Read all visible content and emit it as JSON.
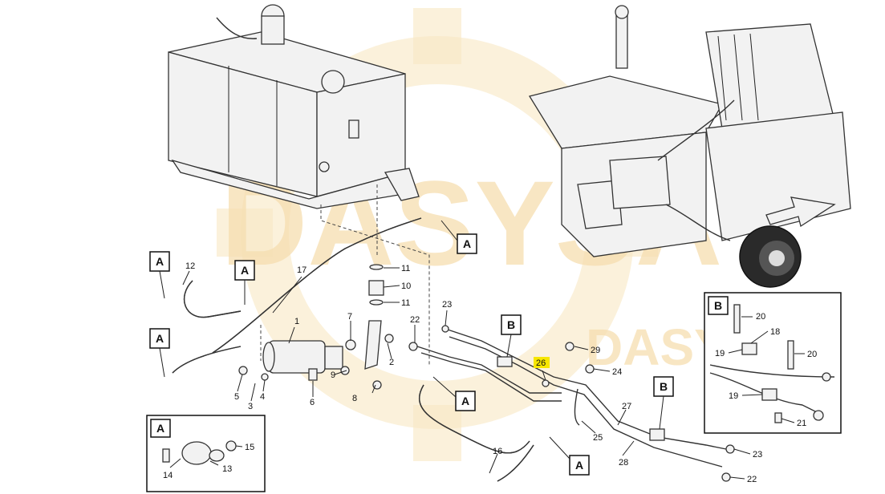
{
  "watermark": {
    "brand": "DASYSA",
    "sub": "DASYSA",
    "color": "#f6deb0"
  },
  "highlight_color": "#f7e600",
  "highlighted_callout": "26",
  "detail_tags": [
    {
      "id": "a1",
      "text": "A"
    },
    {
      "id": "a2",
      "text": "A"
    },
    {
      "id": "a3",
      "text": "A"
    },
    {
      "id": "a4",
      "text": "A"
    },
    {
      "id": "a5",
      "text": "A"
    },
    {
      "id": "a6",
      "text": "A"
    },
    {
      "id": "b1",
      "text": "B"
    },
    {
      "id": "b2",
      "text": "B"
    }
  ],
  "callouts": [
    {
      "id": "c1",
      "text": "1"
    },
    {
      "id": "c2",
      "text": "2"
    },
    {
      "id": "c3",
      "text": "3"
    },
    {
      "id": "c4",
      "text": "4"
    },
    {
      "id": "c5",
      "text": "5"
    },
    {
      "id": "c6",
      "text": "6"
    },
    {
      "id": "c7",
      "text": "7"
    },
    {
      "id": "c8",
      "text": "8"
    },
    {
      "id": "c9",
      "text": "9"
    },
    {
      "id": "c10",
      "text": "10"
    },
    {
      "id": "c11a",
      "text": "11"
    },
    {
      "id": "c11b",
      "text": "11"
    },
    {
      "id": "c12",
      "text": "12"
    },
    {
      "id": "c16",
      "text": "16"
    },
    {
      "id": "c17",
      "text": "17"
    },
    {
      "id": "c22a",
      "text": "22"
    },
    {
      "id": "c22b",
      "text": "22"
    },
    {
      "id": "c23a",
      "text": "23"
    },
    {
      "id": "c23b",
      "text": "23"
    },
    {
      "id": "c24",
      "text": "24"
    },
    {
      "id": "c25",
      "text": "25"
    },
    {
      "id": "c26",
      "text": "26"
    },
    {
      "id": "c27",
      "text": "27"
    },
    {
      "id": "c28",
      "text": "28"
    },
    {
      "id": "c29",
      "text": "29"
    }
  ],
  "inset_a": {
    "tag": "A",
    "callouts": [
      {
        "id": "i13",
        "text": "13"
      },
      {
        "id": "i14",
        "text": "14"
      },
      {
        "id": "i15",
        "text": "15"
      }
    ]
  },
  "inset_b": {
    "tag": "B",
    "callouts": [
      {
        "id": "j18",
        "text": "18"
      },
      {
        "id": "j19a",
        "text": "19"
      },
      {
        "id": "j19b",
        "text": "19"
      },
      {
        "id": "j20a",
        "text": "20"
      },
      {
        "id": "j20b",
        "text": "20"
      },
      {
        "id": "j21",
        "text": "21"
      }
    ]
  }
}
